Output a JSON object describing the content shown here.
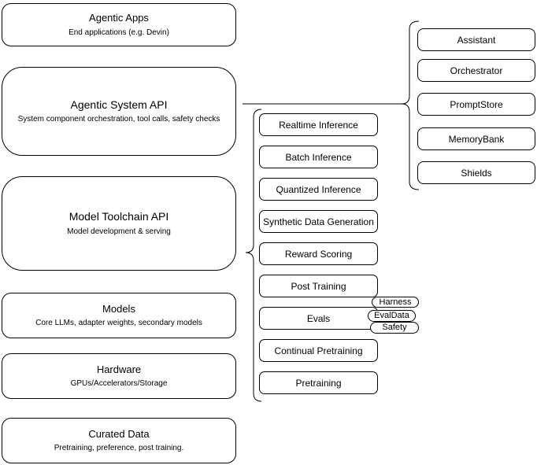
{
  "colors": {
    "stroke": "#000000",
    "fill": "#ffffff",
    "background": "#ffffff",
    "text": "#000000"
  },
  "left_stack": [
    {
      "title": "Agentic Apps",
      "subtitle": "End applications (e.g. Devin)"
    },
    {
      "title": "Agentic System API",
      "subtitle": "System component orchestration, tool calls, safety checks"
    },
    {
      "title": "Model Toolchain API",
      "subtitle": "Model development & serving"
    },
    {
      "title": "Models",
      "subtitle": "Core LLMs, adapter weights, secondary models"
    },
    {
      "title": "Hardware",
      "subtitle": "GPUs/Accelerators/Storage"
    },
    {
      "title": "Curated Data",
      "subtitle": "Pretraining, preference, post training."
    }
  ],
  "toolchain_items": [
    "Realtime Inference",
    "Batch Inference",
    "Quantized Inference",
    "Synthetic Data Generation",
    "Reward Scoring",
    "Post Training",
    "Evals",
    "Continual Pretraining",
    "Pretraining"
  ],
  "eval_tags": [
    "Harness",
    "EvalData",
    "Safety"
  ],
  "system_components": [
    "Assistant",
    "Orchestrator",
    "PromptStore",
    "MemoryBank",
    "Shields"
  ]
}
